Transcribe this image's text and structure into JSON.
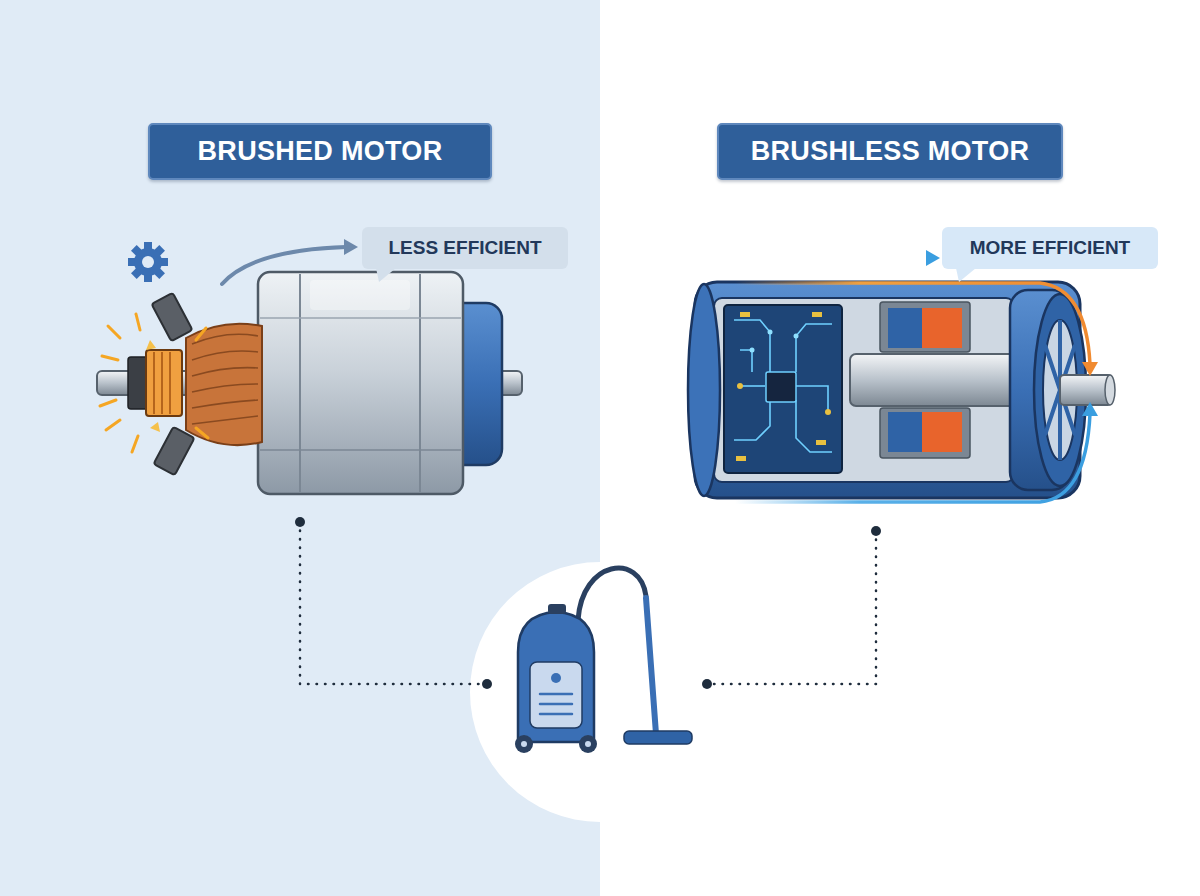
{
  "diagram": {
    "nodes": [
      {
        "text": [
          "BRUSHED MOTOR"
        ]
      },
      {
        "text": [
          "BRUSHLESS MOTOR"
        ]
      },
      {
        "text": [
          "LESS EFFICIENT"
        ]
      },
      {
        "text": [
          "MORE EFFICIENT"
        ]
      }
    ]
  }
}
